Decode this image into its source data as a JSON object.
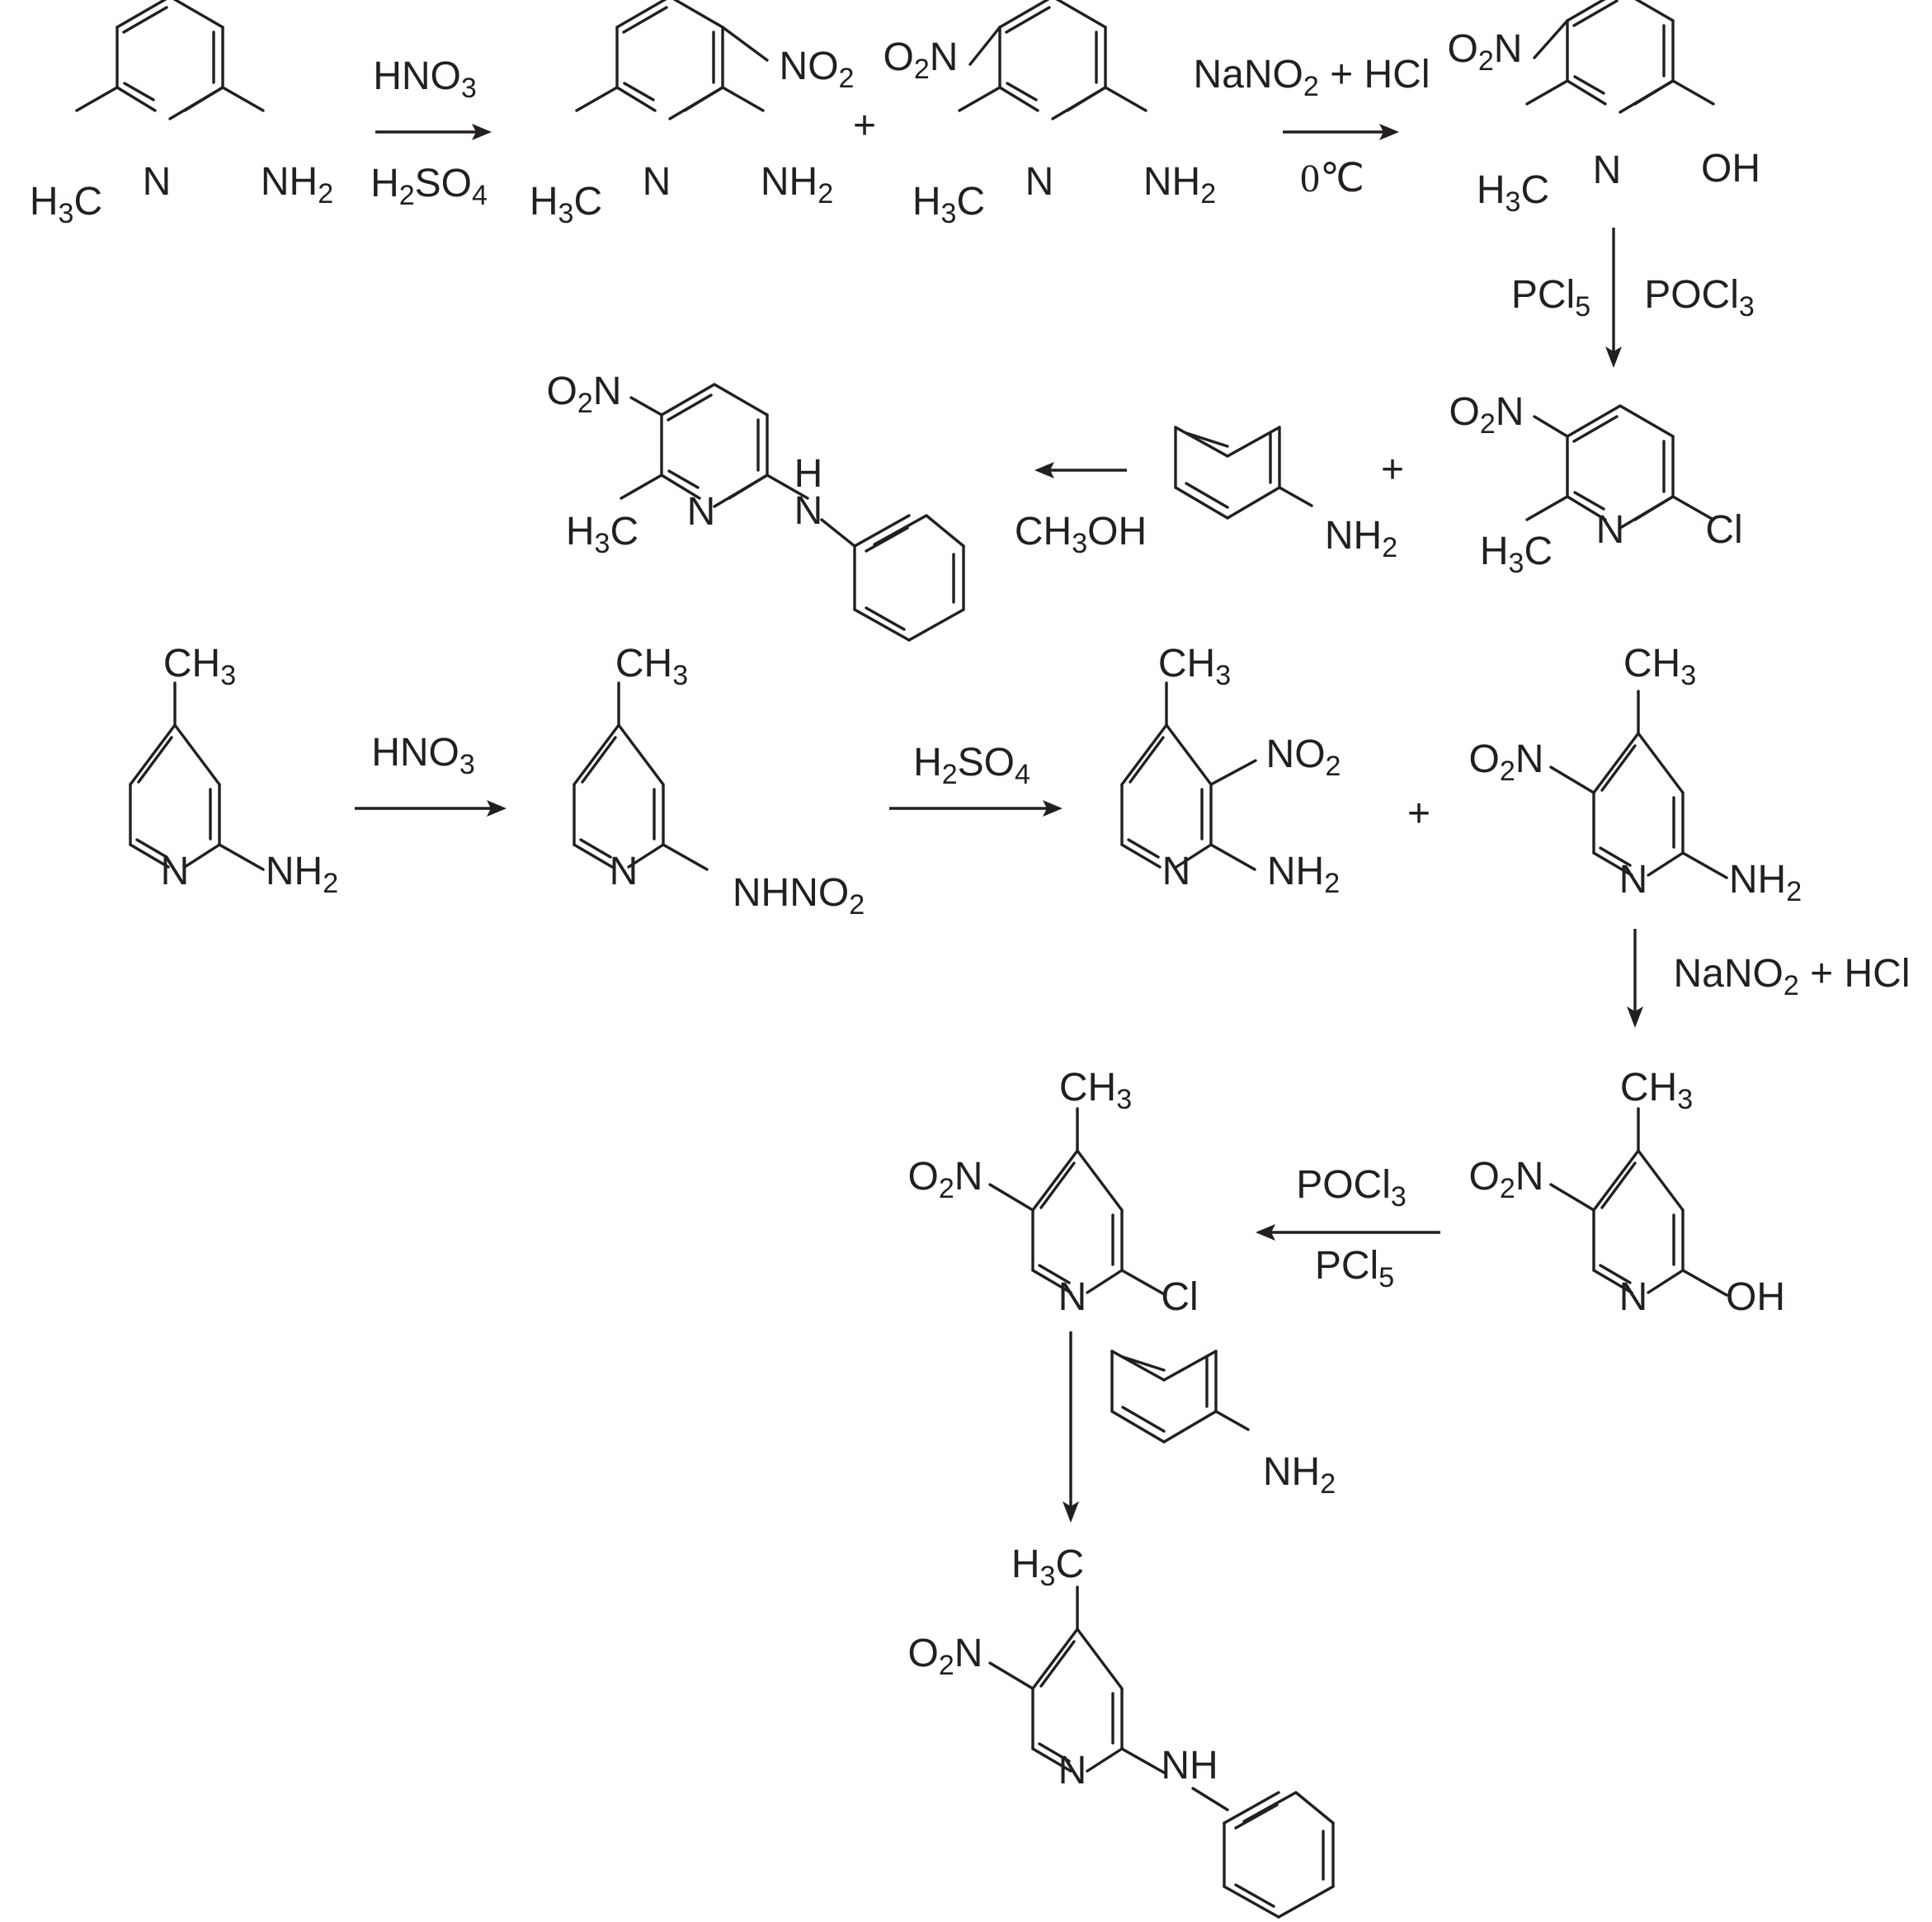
{
  "scheme": {
    "row1": {
      "start_methyl": "H3C",
      "start_amine": "NH2",
      "step1_reagent_top": "HNO3",
      "step1_reagent_bottom": "H2SO4",
      "plus": "+",
      "step2_reagent_top": "NaNO2 + HCl",
      "step2_reagent_bottom": "0℃",
      "step3_reagent_left": "PCl5",
      "step3_reagent_right": "POCl3",
      "step4_solvent": "CH3OH",
      "final_nh": "H"
    },
    "row2": {
      "methyl": "CH3",
      "step1_reagent": "HNO3",
      "nitramine": "NHNO2",
      "step2_reagent": "H2SO4",
      "plus": "+",
      "step3_reagent": "NaNO2 + HCl",
      "step4_reagent_top": "POCl3",
      "step4_reagent_bottom": "PCl5",
      "final_methyl": "H3C",
      "final_nh": "NH"
    },
    "common": {
      "nitrogen": "N",
      "nitro": "O2N",
      "nitro_right": "NO2",
      "amine": "NH2",
      "hydroxyl": "OH",
      "chloro": "Cl"
    }
  }
}
